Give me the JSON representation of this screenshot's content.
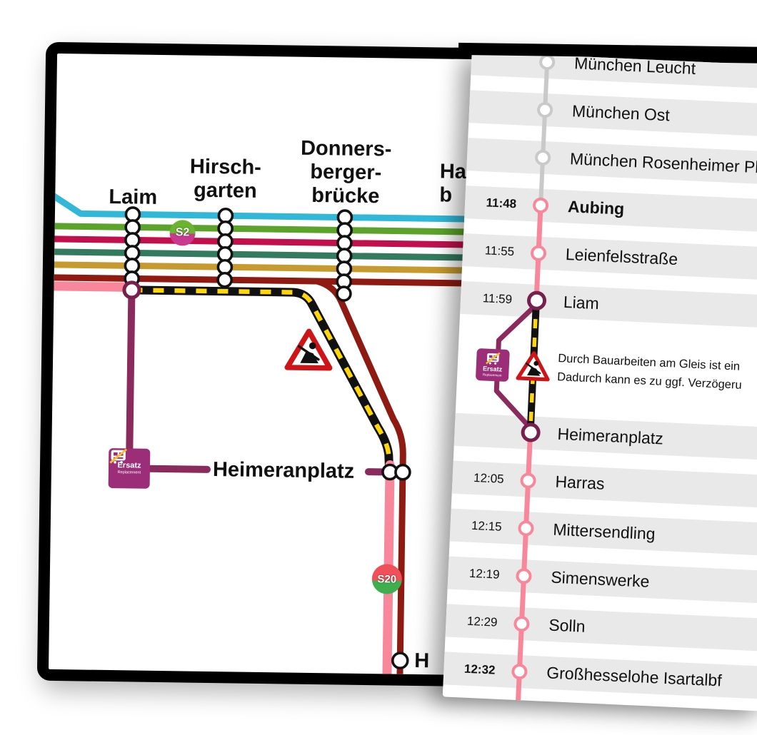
{
  "colors": {
    "cyan": "#31b7d8",
    "green": "#5ba32a",
    "red": "#c2104c",
    "teal": "#337a5e",
    "gold": "#c79a2f",
    "darkred": "#8e1a12",
    "pink": "#f8879b",
    "purple": "#8b2a5c",
    "purple_dark": "#77204d",
    "grayline": "#c9c9c9",
    "stripe": "#e9e9e9",
    "ersatz": "#9c2d78",
    "warn_red": "#cf1418",
    "dash_yellow": "#ffd60a",
    "badge_s2_top": "#6ab42f",
    "badge_s2_bottom": "#c9398d",
    "badge_s20_top": "#f0505a",
    "badge_s20_bottom": "#3fae4e"
  },
  "map": {
    "stations": [
      {
        "id": "laim",
        "lines": [
          "Laim"
        ]
      },
      {
        "id": "hirschgarten",
        "lines": [
          "Hirsch-",
          "garten"
        ]
      },
      {
        "id": "donnersbergerbruecke",
        "lines": [
          "Donners-",
          "berger-",
          "brücke"
        ]
      },
      {
        "id": "hackerbruecke",
        "lines": [
          "Ha",
          "b"
        ]
      }
    ],
    "heimeranplatz_label": "Heimeranplatz",
    "bottom_station_label": "H",
    "s2_badge": "S2",
    "s20_badge": "S20",
    "ersatz_icon": {
      "title": "Ersatz",
      "subtitle": "Replacement"
    }
  },
  "panel": {
    "rows": [
      {
        "type": "station",
        "time": "",
        "name": "München Leucht",
        "ring": "gray"
      },
      {
        "type": "station",
        "time": "",
        "name": "München Ost",
        "ring": "gray"
      },
      {
        "type": "station",
        "time": "",
        "name": "München Rosenheimer Platz",
        "ring": "gray"
      },
      {
        "type": "station",
        "time": "11:48",
        "name": "Aubing",
        "ring": "pink",
        "bold": true
      },
      {
        "type": "station",
        "time": "11:55",
        "name": "Leienfelsstraße",
        "ring": "pink"
      },
      {
        "type": "station",
        "time": "11:59",
        "name": "Liam",
        "ring": "purple",
        "major": true
      },
      {
        "type": "notice"
      },
      {
        "type": "station",
        "time": "",
        "name": "Heimeranplatz",
        "ring": "purple",
        "major": true
      },
      {
        "type": "station",
        "time": "12:05",
        "name": "Harras",
        "ring": "pink"
      },
      {
        "type": "station",
        "time": "12:15",
        "name": "Mittersendling",
        "ring": "pink"
      },
      {
        "type": "station",
        "time": "12:19",
        "name": "Simenswerke",
        "ring": "pink"
      },
      {
        "type": "station",
        "time": "12:29",
        "name": "Solln",
        "ring": "pink"
      },
      {
        "type": "station",
        "time": "12:32",
        "name": "Großhesselohe Isartalbf",
        "ring": "pink",
        "time_bold": true
      }
    ],
    "notice_line1": "Durch Bauarbeiten am Gleis ist ein",
    "notice_line2": "Dadurch kann es zu ggf. Verzögeru",
    "ersatz_icon": {
      "title": "Ersatz",
      "subtitle": "Replacement"
    }
  }
}
